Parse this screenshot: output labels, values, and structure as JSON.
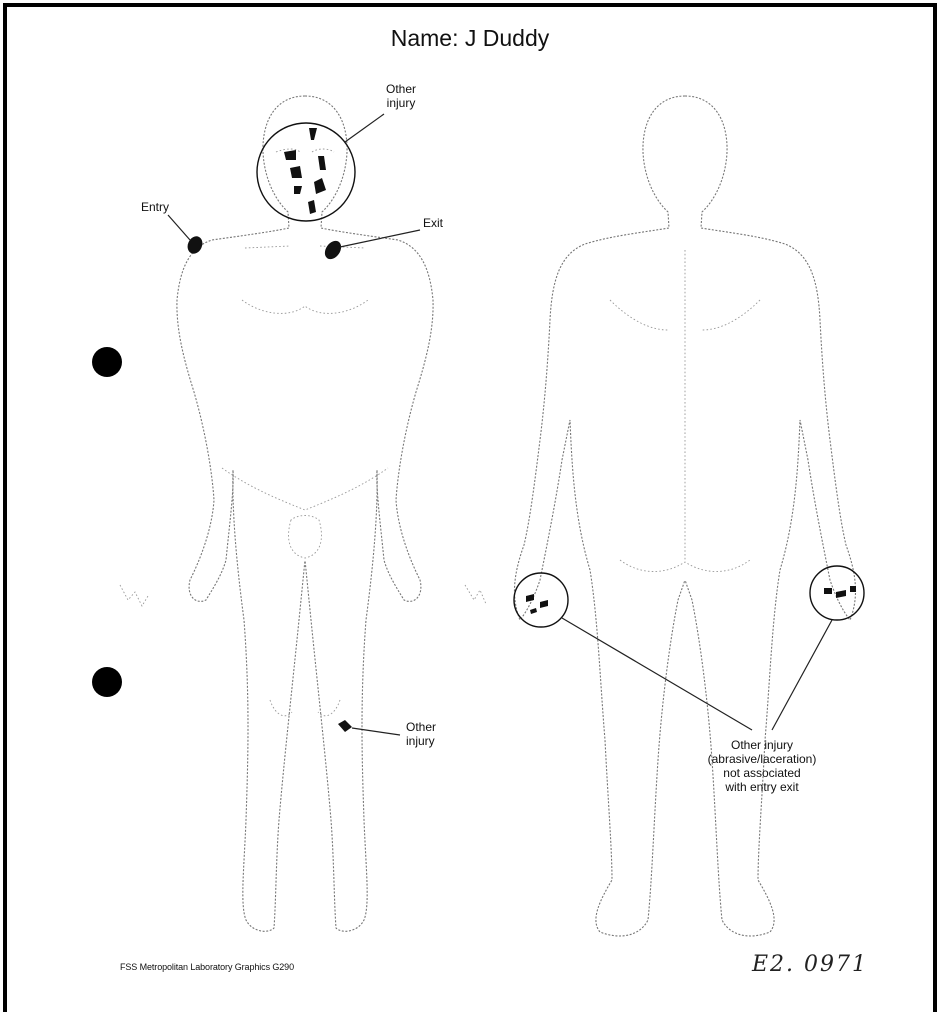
{
  "header": {
    "name_line": "Name: J Duddy"
  },
  "labels": {
    "head_injury_line1": "Other",
    "head_injury_line2": "injury",
    "entry": "Entry",
    "exit": "Exit",
    "leg_injury_line1": "Other",
    "leg_injury_line2": "injury",
    "hand_injury_line1": "Other injury",
    "hand_injury_line2": "(abrasive/laceration)",
    "hand_injury_line3": "not associated",
    "hand_injury_line4": "with entry exit"
  },
  "footer": {
    "credit": "FSS Metropolitan Laboratory Graphics G290",
    "reference": "E2. 0971"
  },
  "colors": {
    "ink": "#111111",
    "outline": "#777777",
    "paper": "#ffffff"
  }
}
